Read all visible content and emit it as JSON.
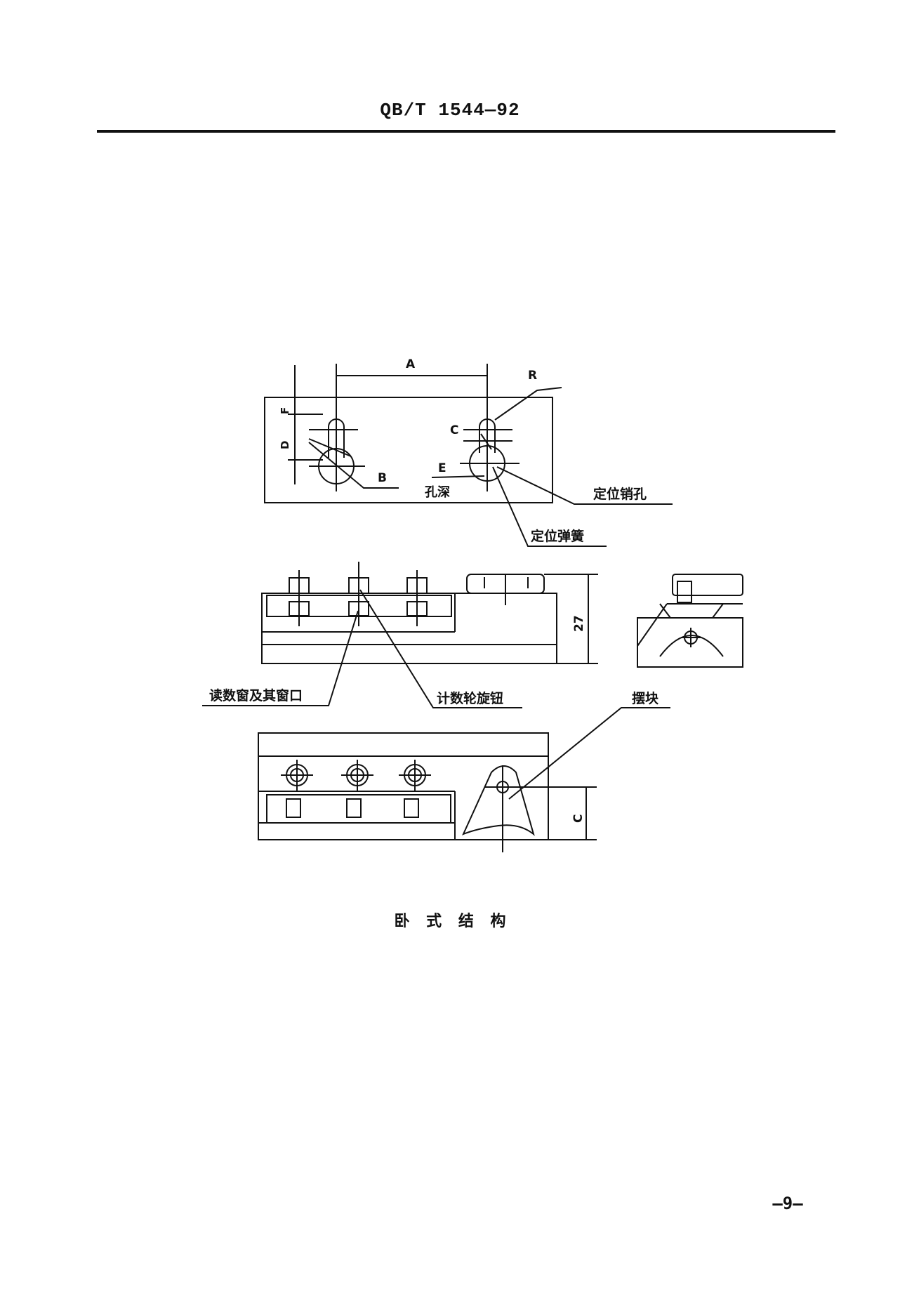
{
  "header": {
    "standard_number": "QB/T 1544—92"
  },
  "figure": {
    "caption": "卧 式 结 构",
    "labels": {
      "A": "A",
      "R": "R",
      "F": "F",
      "D": "D",
      "C": "C",
      "B": "B",
      "E": "E",
      "hole_depth": "孔深",
      "locating_pin_hole": "定位销孔",
      "locating_spring": "定位弹簧",
      "dim_27": "27",
      "reading_window": "读数窗及其窗口",
      "counter_knob": "计数轮旋钮",
      "swing_block": "摆块",
      "C_bottom": "C"
    }
  },
  "footer": {
    "page_number": "—9—"
  }
}
